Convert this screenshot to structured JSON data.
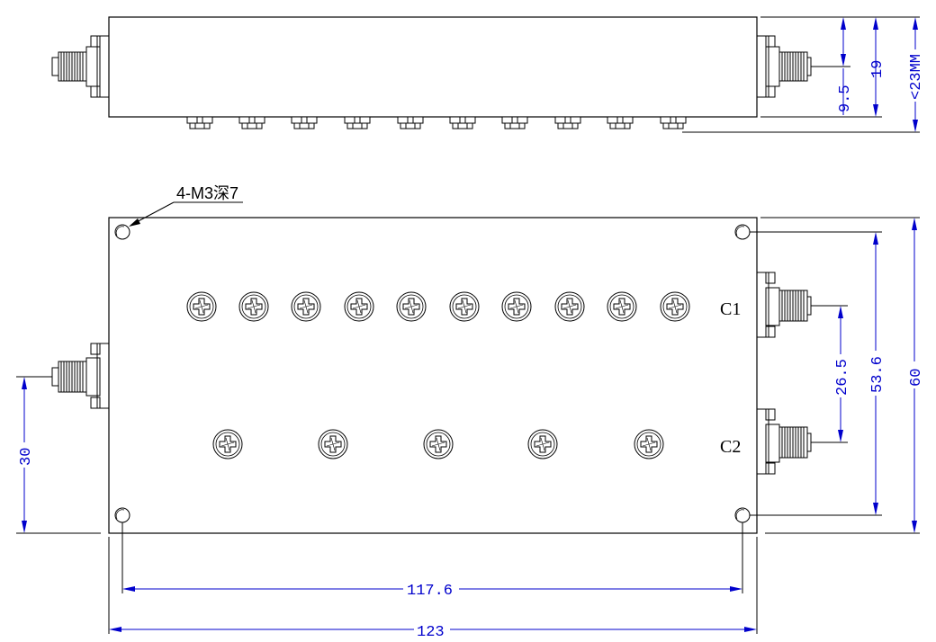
{
  "top_view": {
    "height_dim_1": "9.5",
    "height_dim_2": "19",
    "height_dim_3": "<23MM"
  },
  "front_view": {
    "hole_callout": "4-M3深7",
    "port_c1": "C1",
    "port_c2": "C2",
    "dim_left_30": "30",
    "dim_port_spacing": "26.5",
    "dim_hole_vertical": "53.6",
    "dim_height": "60",
    "dim_hole_horizontal": "117.6",
    "dim_width": "123"
  }
}
